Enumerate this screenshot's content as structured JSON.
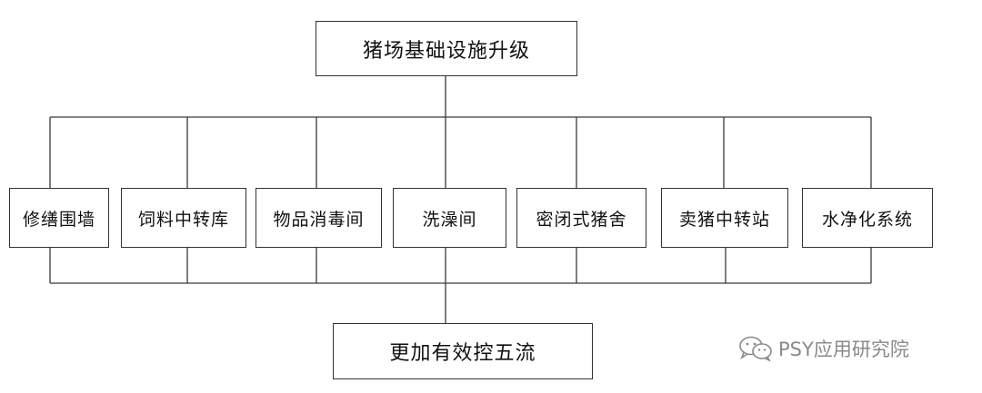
{
  "diagram": {
    "title": "猪场基础设施升级",
    "items": [
      "修缮围墙",
      "饲料中转库",
      "物品消毒间",
      "洗澡间",
      "密闭式猪舍",
      "卖猪中转站",
      "水净化系统"
    ],
    "result": "更加有效控五流"
  },
  "watermark": {
    "text": "PSY应用研究院",
    "icon": "wechat-icon",
    "color": "#8a8a8a"
  }
}
